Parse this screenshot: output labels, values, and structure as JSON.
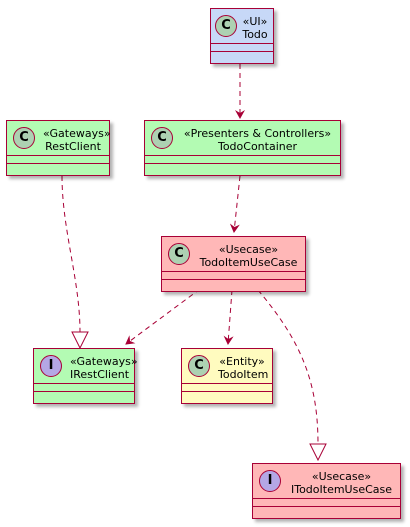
{
  "colors": {
    "border": "#a80036",
    "ui": "#c7d8f7",
    "presenter": "#b3fbb3",
    "usecase": "#ffb7b7",
    "entity": "#fffbbf",
    "gateway": "#b3fbb3",
    "class_circle": "#add1b2",
    "interface_circle": "#b4a7e5"
  },
  "nodes": {
    "todo": {
      "letter": "C",
      "stereotype": "«UI»",
      "name": "Todo"
    },
    "restclient": {
      "letter": "C",
      "stereotype": "«Gateways»",
      "name": "RestClient"
    },
    "todocontainer": {
      "letter": "C",
      "stereotype": "«Presenters & Controllers»",
      "name": "TodoContainer"
    },
    "todoitemusecase": {
      "letter": "C",
      "stereotype": "«Usecase»",
      "name": "TodoItemUseCase"
    },
    "irestclient": {
      "letter": "I",
      "stereotype": "«Gateways»",
      "name": "IRestClient"
    },
    "todoitem": {
      "letter": "C",
      "stereotype": "«Entity»",
      "name": "TodoItem"
    },
    "itodoitemusecase": {
      "letter": "I",
      "stereotype": "«Usecase»",
      "name": "ITodoItemUseCase"
    }
  }
}
